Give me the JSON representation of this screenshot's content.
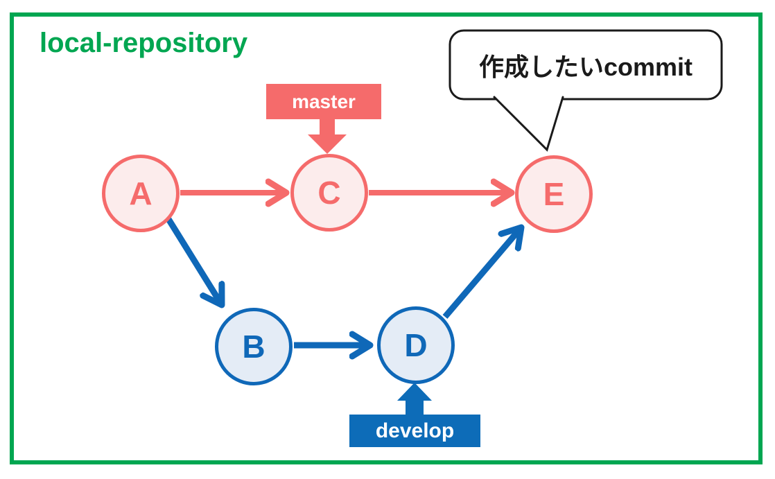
{
  "diagram": {
    "title": "local-repository",
    "type": "git-commit-graph",
    "callout": {
      "text": "作成したいcommit",
      "points_to": "E"
    },
    "branches": {
      "master": {
        "label": "master",
        "points_to": "C",
        "color": "#F56B6B"
      },
      "develop": {
        "label": "develop",
        "points_to": "D",
        "color": "#0D6CB8"
      }
    },
    "nodes": [
      {
        "id": "A",
        "label": "A",
        "color_group": "red"
      },
      {
        "id": "B",
        "label": "B",
        "color_group": "blue"
      },
      {
        "id": "C",
        "label": "C",
        "color_group": "red"
      },
      {
        "id": "D",
        "label": "D",
        "color_group": "blue"
      },
      {
        "id": "E",
        "label": "E",
        "color_group": "red"
      }
    ],
    "edges": [
      {
        "from": "A",
        "to": "C",
        "color_group": "red"
      },
      {
        "from": "C",
        "to": "E",
        "color_group": "red"
      },
      {
        "from": "A",
        "to": "B",
        "color_group": "blue"
      },
      {
        "from": "B",
        "to": "D",
        "color_group": "blue"
      },
      {
        "from": "D",
        "to": "E",
        "color_group": "blue"
      }
    ],
    "colors": {
      "frame_green": "#00A651",
      "salmon": "#F56B6B",
      "pink_fill": "#FCECEC",
      "blue": "#0F68B8",
      "blue_box": "#0D6CB8",
      "light_blue_fill": "#E4ECF6",
      "callout_border": "#1A1A1A",
      "label_text": "#FFFFFF"
    }
  }
}
